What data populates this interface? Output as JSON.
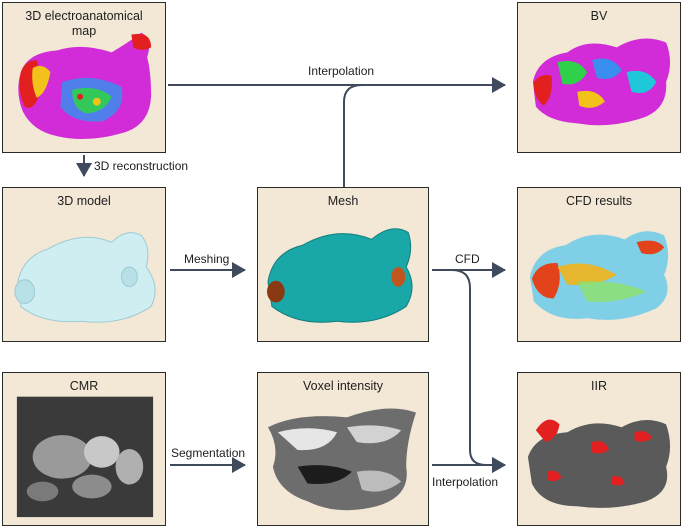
{
  "panels": {
    "eam": {
      "title_line1": "3D electroanatomical",
      "title_line2": "map"
    },
    "bv": {
      "title": "BV"
    },
    "model3d": {
      "title": "3D model"
    },
    "mesh": {
      "title": "Mesh"
    },
    "cfd": {
      "title": "CFD results"
    },
    "cmr": {
      "title": "CMR"
    },
    "voxel": {
      "title": "Voxel intensity"
    },
    "iir": {
      "title": "IIR"
    }
  },
  "arrows": {
    "interpolation_top": "Interpolation",
    "reconstruction": "3D reconstruction",
    "meshing": "Meshing",
    "cfd": "CFD",
    "segmentation": "Segmentation",
    "interpolation_bottom": "Interpolation"
  },
  "colors": {
    "panel_bg": "#f3e7d6",
    "arrow": "#3f4a5c",
    "mesh": "#1aa7a8",
    "model": "#cfeef2",
    "bv_magenta": "#d22bd8",
    "iir_red": "#e32020"
  }
}
